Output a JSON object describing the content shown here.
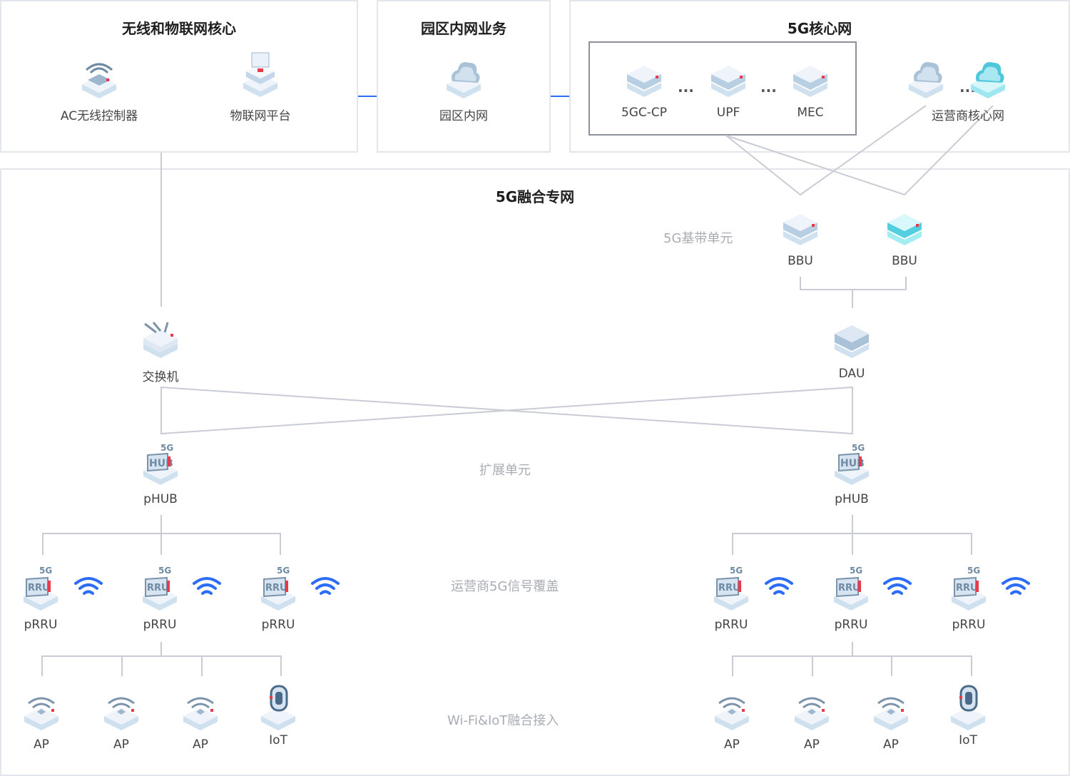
{
  "panels": {
    "wireless_iot": {
      "title": "无线和物联网核心"
    },
    "campus": {
      "title": "园区内网业务"
    },
    "core5g": {
      "title": "5G核心网"
    },
    "private": {
      "title": "5G融合专网"
    }
  },
  "layers": {
    "baseband": "5G基带单元",
    "extension": "扩展单元",
    "coverage": "运营商5G信号覆盖",
    "access": "Wi-Fi&IoT融合接入"
  },
  "ellipsis": "...",
  "nodes": {
    "ac": {
      "label": "AC无线控制器",
      "icon": "router-icon"
    },
    "iot_platform": {
      "label": "物联网平台",
      "icon": "server-icon"
    },
    "campus_net": {
      "label": "园区内网",
      "icon": "cloud-icon"
    },
    "gc_cp": {
      "label": "5GC-CP",
      "icon": "server-icon"
    },
    "upf": {
      "label": "UPF",
      "icon": "server-icon"
    },
    "mec": {
      "label": "MEC",
      "icon": "server-icon"
    },
    "operator_core": {
      "label": "运营商核心网",
      "icon": "cloud-icon"
    },
    "bbu_left": {
      "label": "BBU",
      "icon": "server-icon"
    },
    "bbu_right": {
      "label": "BBU",
      "icon": "server-icon"
    },
    "switch": {
      "label": "交换机",
      "icon": "switch-icon"
    },
    "dau": {
      "label": "DAU",
      "icon": "box-icon"
    },
    "phub_left": {
      "label": "pHUB",
      "icon": "hub-icon"
    },
    "phub_right": {
      "label": "pHUB",
      "icon": "hub-icon"
    },
    "prru": {
      "label": "pRRU",
      "icon": "rru-icon"
    },
    "ap": {
      "label": "AP",
      "icon": "ap-icon"
    },
    "iot": {
      "label": "IoT",
      "icon": "iot-icon"
    }
  },
  "colors": {
    "accent": "#2c6cf6",
    "line": "#c9ccd6",
    "panel_border": "#e3e6ea",
    "group_border": "#8d929a",
    "node_red": "#e83a4b"
  }
}
